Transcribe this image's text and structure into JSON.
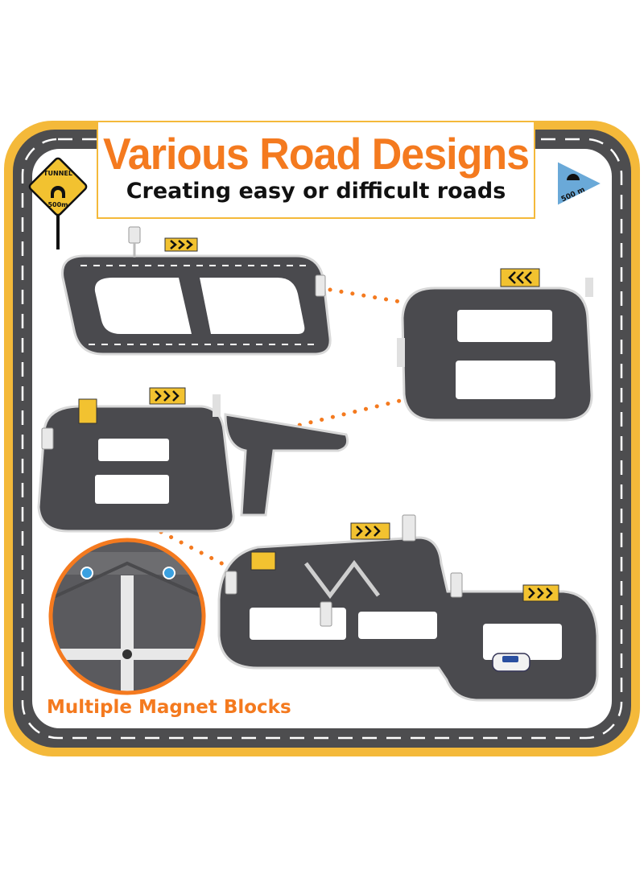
{
  "header": {
    "title": "Various Road Designs",
    "subtitle": "Creating easy or difficult roads"
  },
  "tunnel_sign": {
    "top": "TUNNEL",
    "bottom": "500m"
  },
  "distance_sign": {
    "label": "500 m"
  },
  "magnet_callout": {
    "caption": "Multiple Magnet Blocks"
  },
  "colors": {
    "frame_road": "#4d4d4f",
    "frame_outer": "#f4b93a",
    "accent_orange": "#f47a1f",
    "track_gray": "#4a4a4e",
    "sign_yellow": "#f2c230"
  }
}
